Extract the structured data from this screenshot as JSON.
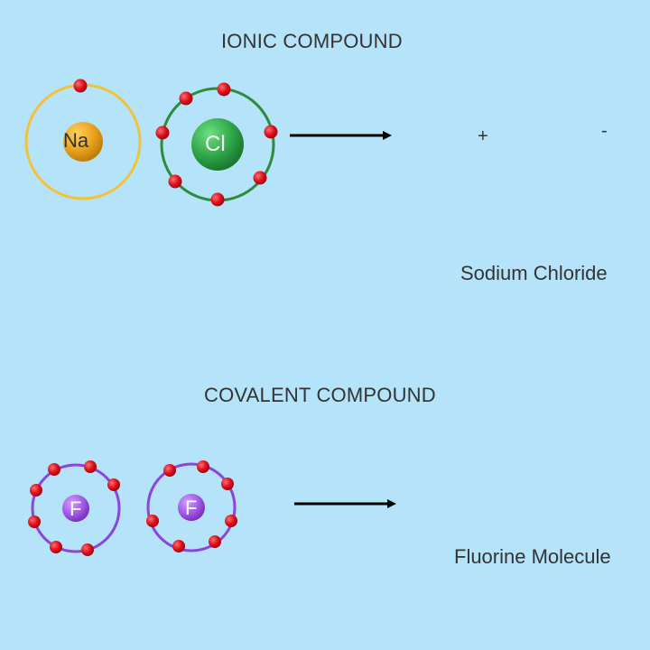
{
  "ionic": {
    "title": "IONIC COMPOUND",
    "sodium_symbol": "Na",
    "chlorine_symbol": "Cl",
    "plus_sign": "+",
    "minus_sign": "-",
    "product_label": "Sodium Chloride"
  },
  "covalent": {
    "title": "COVALENT COMPOUND",
    "fluorine_symbol_1": "F",
    "fluorine_symbol_2": "F",
    "product_label": "Fluorine Molecule"
  },
  "colors": {
    "background": "#b5e3f9",
    "sodium_shell": "#f2c33a",
    "sodium_nucleus": "#e8a020",
    "chlorine_shell": "#2e8b3a",
    "chlorine_nucleus": "#2fa84a",
    "fluorine_shell": "#8a44e0",
    "fluorine_nucleus": "#a45ce8",
    "electron": "#d8101a",
    "arrow": "#000000",
    "text": "#333333"
  }
}
